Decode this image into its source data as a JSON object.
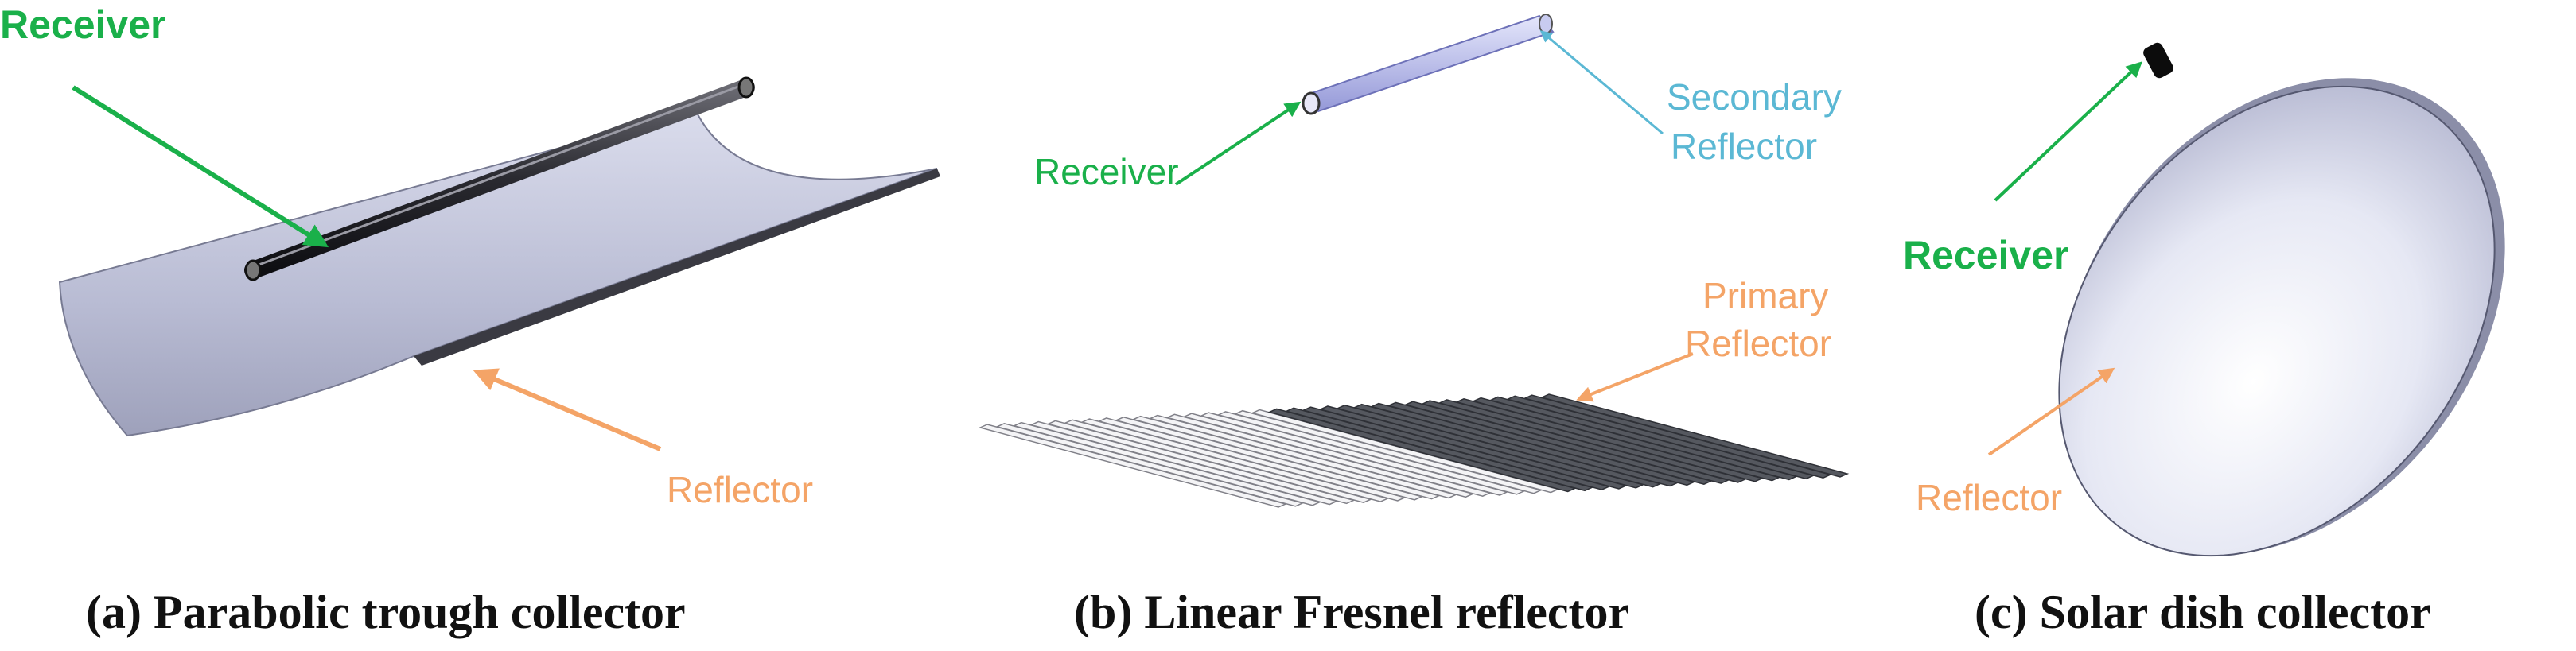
{
  "colors": {
    "receiver_label": "#1ab04a",
    "reflector_label": "#f4a467",
    "secondary_label": "#5bb8d4",
    "caption": "#111111",
    "reflector_surface": "#c3c6de",
    "receiver_tube_b": "#b3b6e6"
  },
  "panels": [
    {
      "caption": "(a) Parabolic trough collector",
      "labels": {
        "receiver": "Receiver",
        "reflector": "Reflector"
      }
    },
    {
      "caption": "(b) Linear Fresnel reflector",
      "labels": {
        "receiver": "Receiver",
        "secondary_line1": "Secondary",
        "secondary_line2": "Reflector",
        "primary_line1": "Primary",
        "primary_line2": "Reflector"
      }
    },
    {
      "caption": "(c) Solar dish collector",
      "labels": {
        "receiver": "Receiver",
        "reflector": "Reflector"
      }
    }
  ]
}
